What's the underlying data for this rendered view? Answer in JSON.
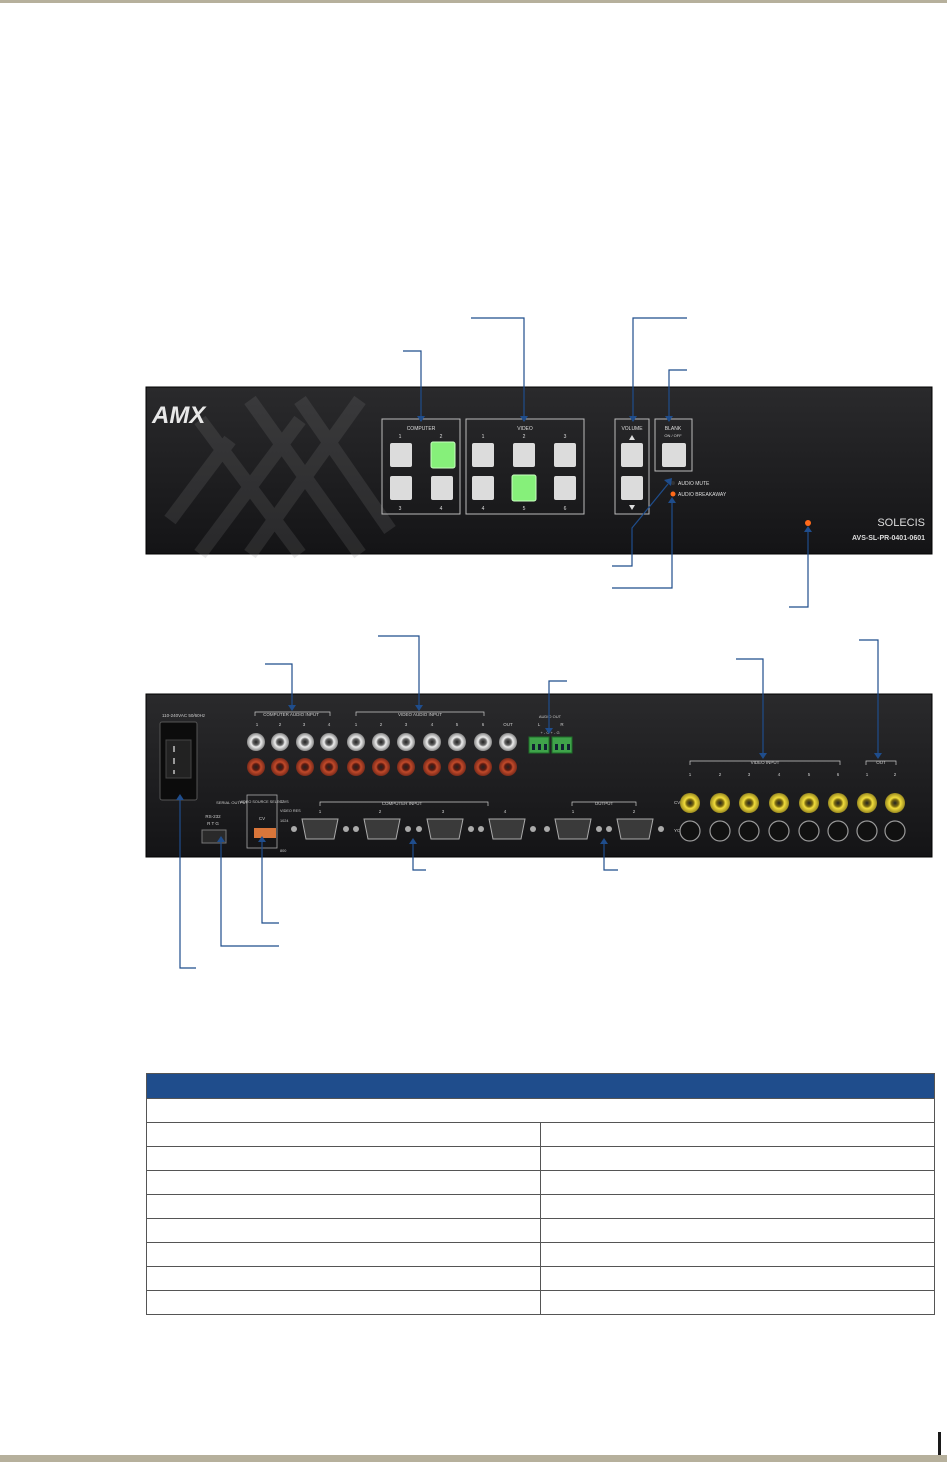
{
  "front_panel": {
    "brand_logo": "AMX",
    "computer_label": "COMPUTER",
    "computer_numbers": [
      "1",
      "2",
      "3",
      "4"
    ],
    "video_label": "VIDEO",
    "video_numbers": [
      "1",
      "2",
      "3",
      "4",
      "5",
      "6"
    ],
    "volume_label": "VOLUME",
    "blank_label": "BLANK",
    "blank_sub": "ON / OFF",
    "audio_mute_label": "AUDIO MUTE",
    "audio_breakaway_label": "AUDIO BREAKAWAY",
    "product_name": "SOLECIS",
    "model_number": "AVS-SL-PR-0401-0601"
  },
  "rear_panel": {
    "power_label": "110-240VAC 50/60Hz",
    "computer_audio_input_label": "COMPUTER AUDIO INPUT",
    "computer_audio_numbers": [
      "1",
      "2",
      "3",
      "4"
    ],
    "video_audio_input_label": "VIDEO AUDIO INPUT",
    "video_audio_numbers": [
      "1",
      "2",
      "3",
      "4",
      "5",
      "6"
    ],
    "audio_out_jack_label": "OUT",
    "audio_out_label": "AUDIO OUT",
    "audio_out_lr": [
      "L",
      "R"
    ],
    "audio_out_pins": "+ - G   + - G",
    "rs232_label": "RS-232",
    "rs232_pins": "R T G",
    "serial_output_label": "SERIAL OUTPUT",
    "video_source_select_label": "VIDEO SOURCE SELECT",
    "dip_labels": [
      "CV",
      "S/VS",
      "VIDEO RES",
      "1024",
      "800"
    ],
    "computer_input_label": "COMPUTER INPUT",
    "computer_input_numbers": [
      "1",
      "2",
      "3",
      "4"
    ],
    "output_label": "OUTPUT",
    "output_numbers": [
      "1",
      "2"
    ],
    "video_input_label": "VIDEO INPUT",
    "video_input_numbers": [
      "1",
      "2",
      "3",
      "4",
      "5",
      "6"
    ],
    "video_out_label": "OUT",
    "video_out_numbers": [
      "1",
      "2"
    ],
    "row_labels": [
      "CV",
      "YC"
    ]
  },
  "table": {
    "rows": 9
  },
  "colors": {
    "chassis": "#1c1c1e",
    "button_lit": "#86f07a",
    "button": "#dcdcdc",
    "led": "#ff6a1a",
    "callout_line": "#1f4d8c",
    "table_header": "#1f4d8c",
    "page_rule": "#b6b09c"
  }
}
